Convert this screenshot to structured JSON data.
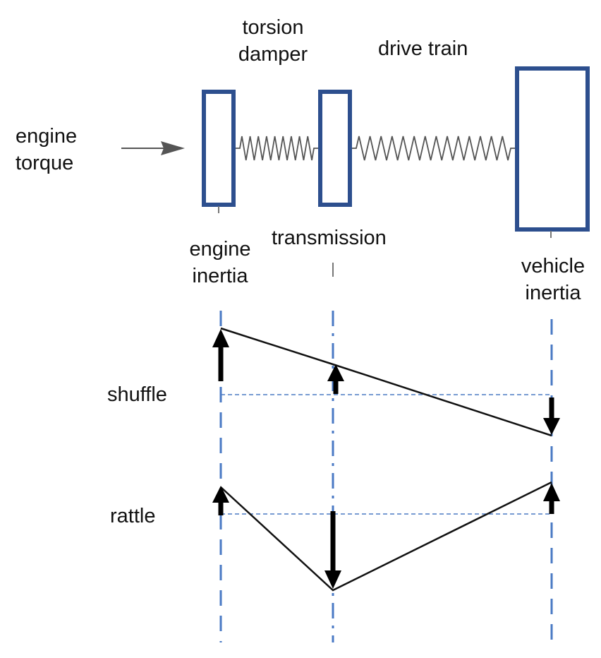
{
  "labels": {
    "torsion_damper": [
      "torsion",
      "damper"
    ],
    "drive_train": "drive train",
    "engine_torque": [
      "engine",
      "torque"
    ],
    "transmission": "transmission",
    "engine_inertia": [
      "engine",
      "inertia"
    ],
    "vehicle_inertia": [
      "vehicle",
      "inertia"
    ],
    "shuffle": "shuffle",
    "rattle": "rattle"
  },
  "colors": {
    "inertia_box": "#2d4f8e",
    "axis_line": "#4a7ac4",
    "mode_line": "#111111",
    "arrow": "#000000",
    "spring": "#555555"
  }
}
